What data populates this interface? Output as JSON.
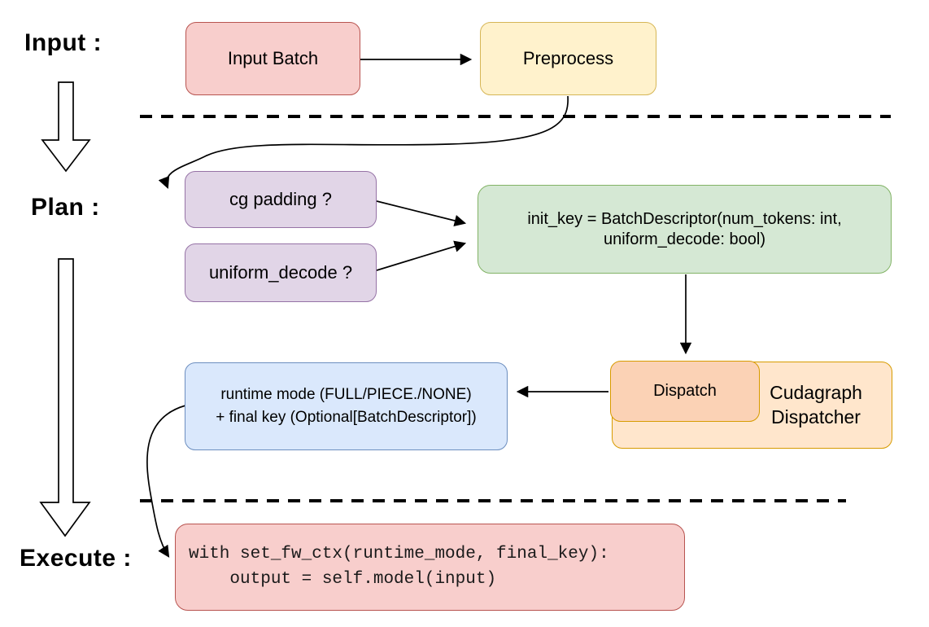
{
  "title": "Cudagraph dispatch flow diagram",
  "colors": {
    "red_fill": "#f8cecc",
    "red_stroke": "#b85450",
    "yellow_fill": "#fff2cc",
    "yellow_stroke": "#d6b656",
    "purple_fill": "#e1d5e7",
    "purple_stroke": "#9673a6",
    "green_fill": "#d5e8d4",
    "green_stroke": "#82b366",
    "blue_fill": "#dae8fc",
    "blue_stroke": "#6c8ebf",
    "orange_fill": "#ffe6cc",
    "orange_stroke": "#d79b00",
    "dispatch_fill": "#fbd2b5",
    "line": "#000000"
  },
  "phases": {
    "input": {
      "label": "Input :"
    },
    "plan": {
      "label": "Plan :"
    },
    "execute": {
      "label": "Execute :"
    }
  },
  "nodes": {
    "input_batch": {
      "label": "Input Batch"
    },
    "preprocess": {
      "label": "Preprocess"
    },
    "cg_padding": {
      "label": "cg padding ?"
    },
    "uniform_decode": {
      "label": "uniform_decode ?"
    },
    "init_key": {
      "line1": "init_key = BatchDescriptor(num_tokens: int,",
      "line2": "uniform_decode: bool)"
    },
    "dispatch": {
      "label": "Dispatch"
    },
    "cudagraph_dispatcher": {
      "label": "Cudagraph Dispatcher"
    },
    "runtime_mode": {
      "line1": "runtime mode (FULL/PIECE./NONE)",
      "line2": "+ final key (Optional[BatchDescriptor])"
    },
    "execute_code": {
      "line1": "with set_fw_ctx(runtime_mode, final_key):",
      "line2": "    output = self.model(input)"
    }
  }
}
